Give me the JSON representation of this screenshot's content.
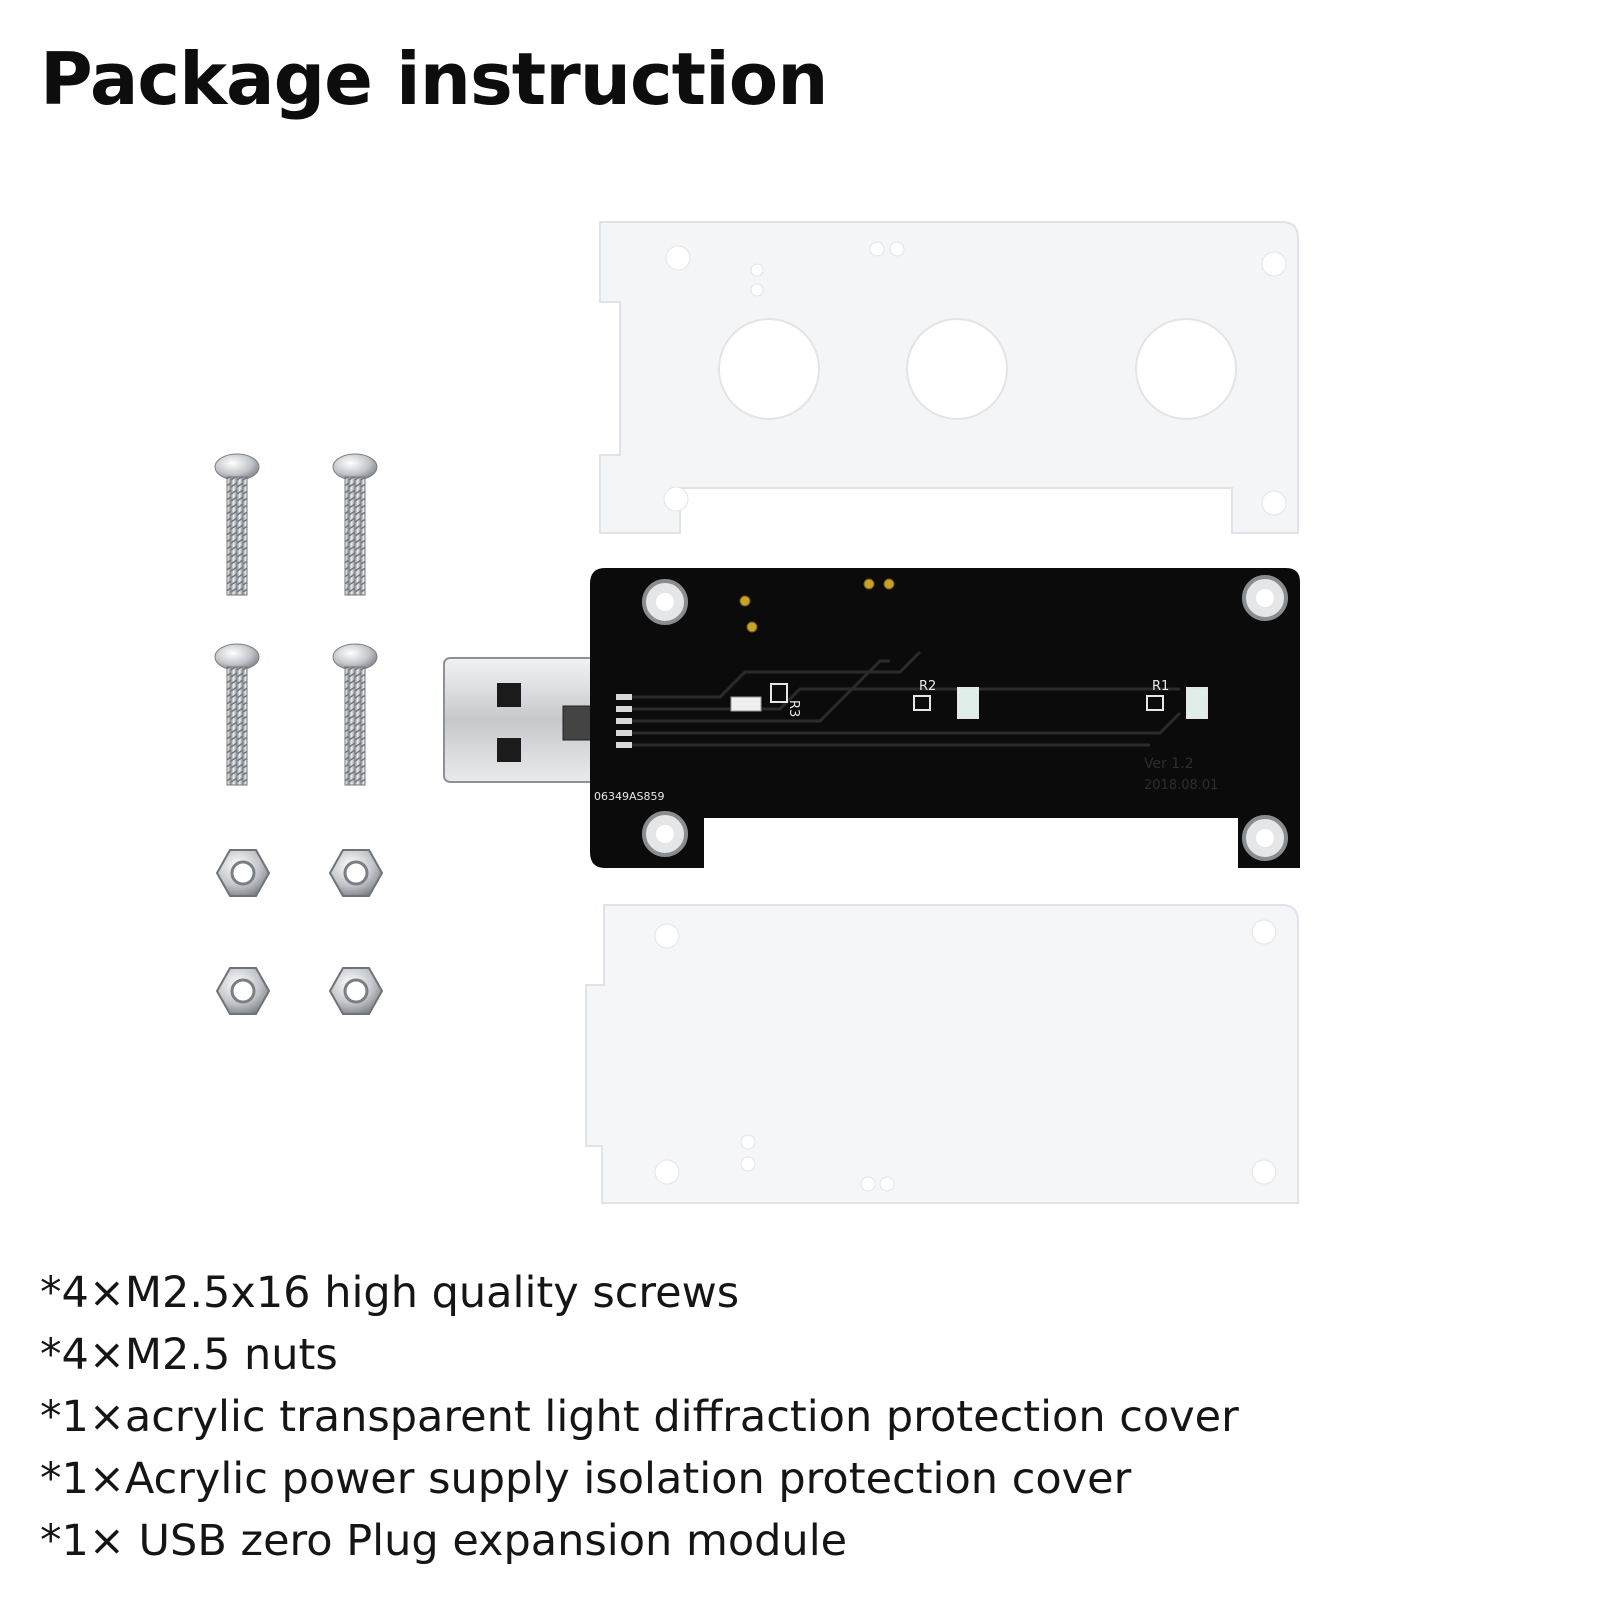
{
  "title": "Package instruction",
  "board": {
    "labels": {
      "r1": "R1",
      "r2": "R2",
      "r3": "R3",
      "serial": "06349AS859",
      "version": "Ver 1.2",
      "date": "2018.08.01"
    }
  },
  "contents": [
    "*4×M2.5x16 high quality screws",
    "*4×M2.5 nuts",
    "*1×acrylic transparent light diffraction protection cover",
    "*1×Acrylic power supply isolation protection cover",
    "*1× USB zero Plug expansion module"
  ],
  "colors": {
    "background": "#ffffff",
    "pcb": "#0b0b0b",
    "acrylic": "#f4f5f7",
    "metal": "#c9cccf"
  }
}
